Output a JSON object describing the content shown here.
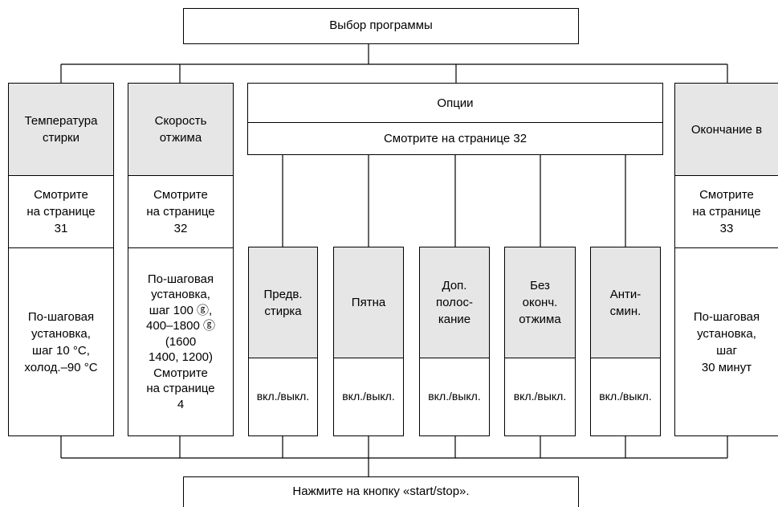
{
  "top": {
    "label": "Выбор программы"
  },
  "columns": {
    "temperature": {
      "title": "Температура\nстирки",
      "ref": "Смотрите\nна странице\n31",
      "detail": "По-шаговая\nустановка,\nшаг 10 °С,\nхолод.–90 °С"
    },
    "spin": {
      "title": "Скорость\nотжима",
      "ref": "Смотрите\nна странице\n32",
      "detail": "По-шаговая\nустановка,\nшаг 100 ⓖ,\n400–1800 ⓖ\n(1600\n1400, 1200)\nСмотрите\nна странице\n4"
    },
    "end": {
      "title": "Окончание в",
      "ref": "Смотрите\nна странице\n33",
      "detail": "По-шаговая\nустановка,\nшаг\n30 минут"
    }
  },
  "options": {
    "title": "Опции",
    "ref": "Смотрите на странице 32",
    "items": [
      {
        "label": "Предв.\nстирка",
        "state": "вкл./выкл."
      },
      {
        "label": "Пятна",
        "state": "вкл./выкл."
      },
      {
        "label": "Доп.\nполос-\nкание",
        "state": "вкл./выкл."
      },
      {
        "label": "Без\nоконч.\nотжима",
        "state": "вкл./выкл."
      },
      {
        "label": "Анти-\nсмин.",
        "state": "вкл./выкл."
      }
    ]
  },
  "bottom": {
    "label": "Нажмите на кнопку «start/stop»."
  }
}
